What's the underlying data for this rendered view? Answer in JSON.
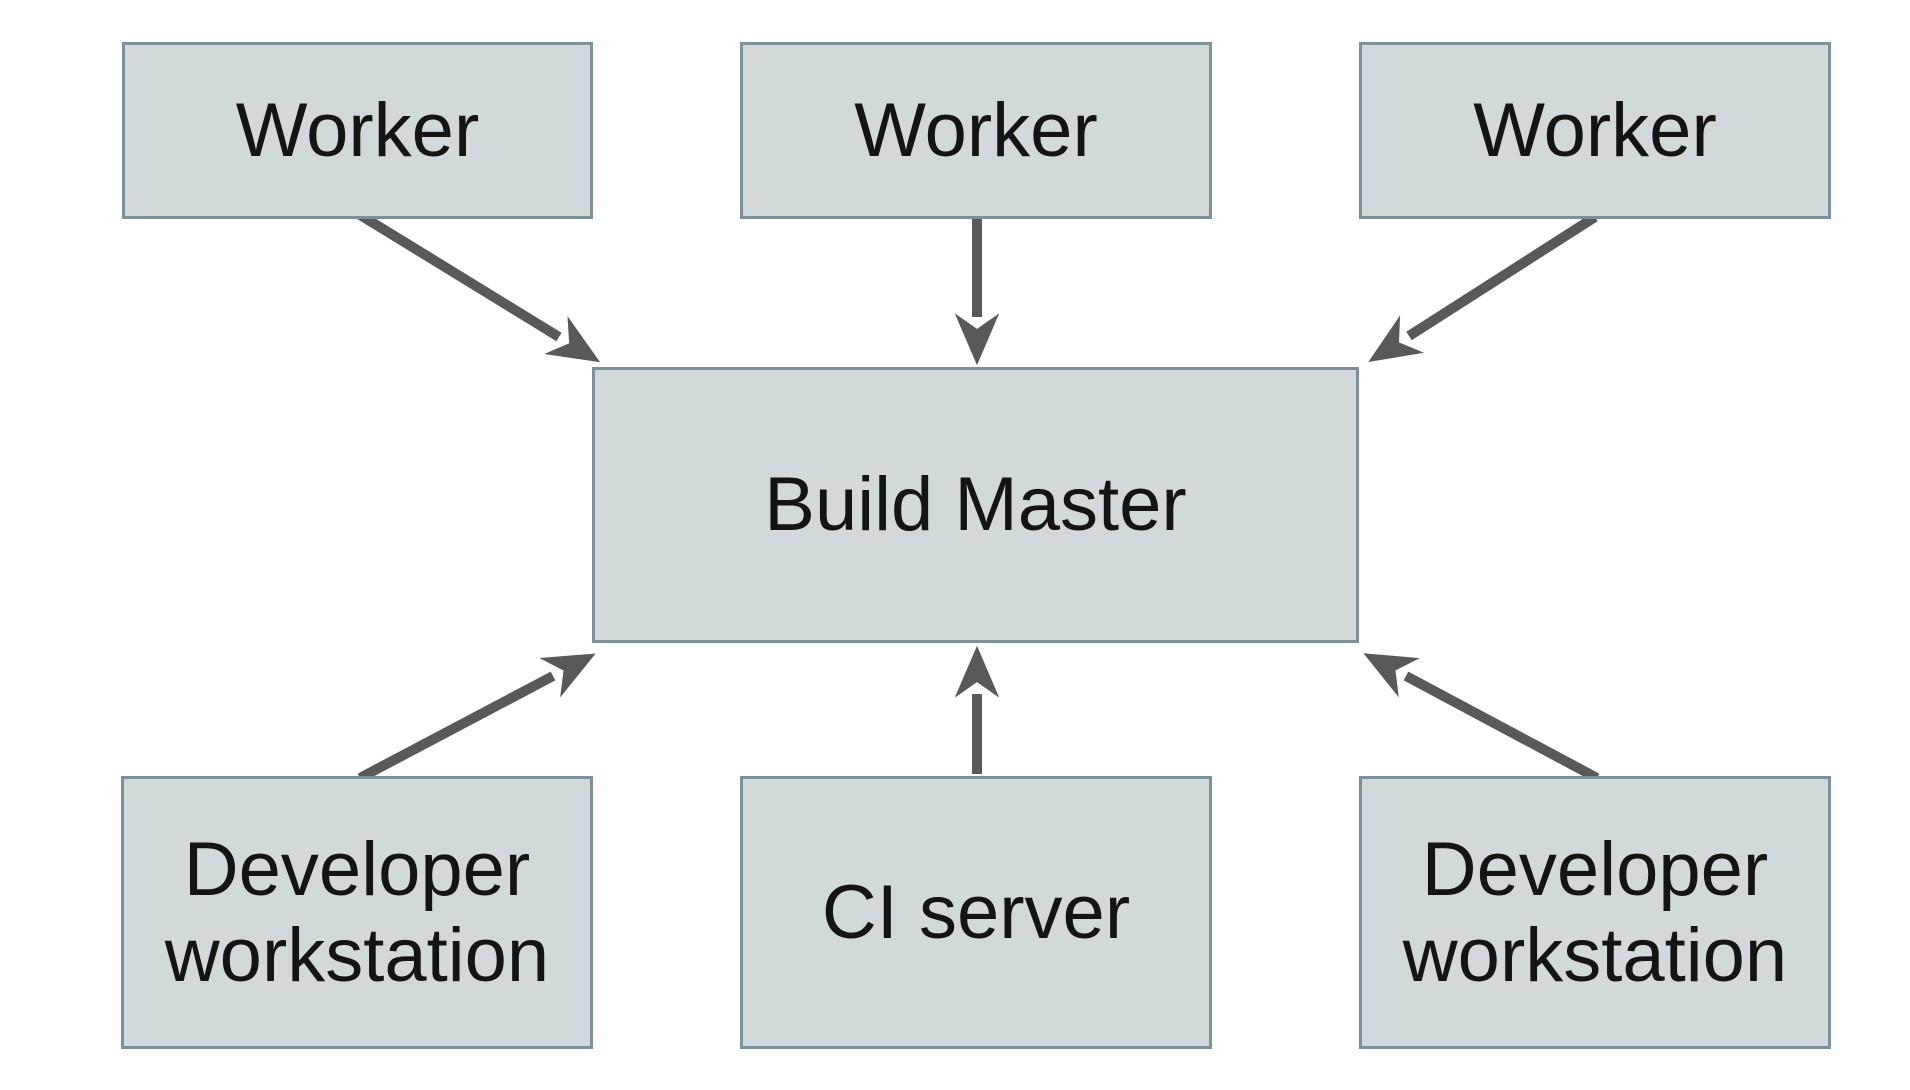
{
  "diagram": {
    "nodes": [
      {
        "id": "worker-1",
        "label": "Worker"
      },
      {
        "id": "worker-2",
        "label": "Worker"
      },
      {
        "id": "worker-3",
        "label": "Worker"
      },
      {
        "id": "build-master",
        "label": "Build Master"
      },
      {
        "id": "developer-workstation-left",
        "label": "Developer workstation"
      },
      {
        "id": "ci-server",
        "label": "CI server"
      },
      {
        "id": "developer-workstation-right",
        "label": "Developer workstation"
      }
    ],
    "edges": [
      {
        "from": "worker-1",
        "to": "build-master"
      },
      {
        "from": "worker-2",
        "to": "build-master"
      },
      {
        "from": "worker-3",
        "to": "build-master"
      },
      {
        "from": "developer-workstation-left",
        "to": "build-master"
      },
      {
        "from": "ci-server",
        "to": "build-master"
      },
      {
        "from": "developer-workstation-right",
        "to": "build-master"
      }
    ]
  },
  "colors": {
    "background": "#ffffff",
    "node-fill": "#d1d9db",
    "node-border": "#7b919b",
    "arrow": "#595959",
    "text": "#141414"
  }
}
